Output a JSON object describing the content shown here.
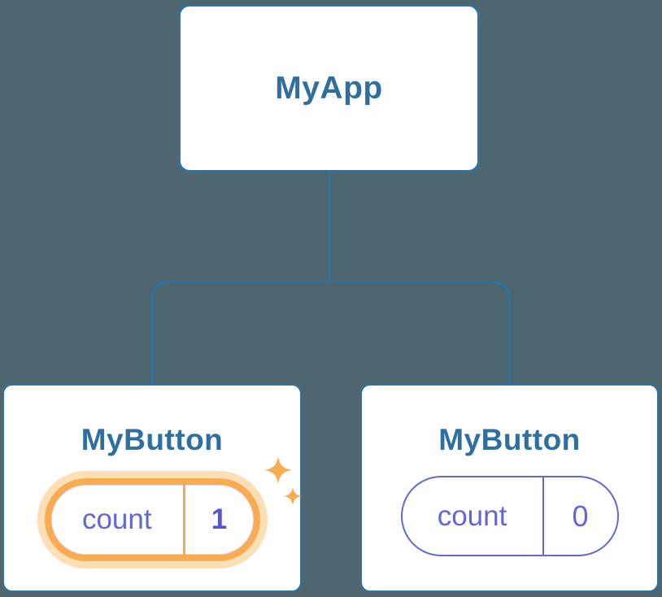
{
  "diagram": {
    "description": "React component tree showing state update",
    "background_color": "#4d6670"
  },
  "colors": {
    "stroke_blue": "#2e74a3",
    "title_blue": "#2f6f9e",
    "state_purple": "#6366d4",
    "state_value_bold_purple": "#5457ce",
    "highlight_orange": "#f9ab51",
    "highlight_halo": "#fcdfb4",
    "sparkle_orange": "#f6ac50",
    "card_background": "#ffffff"
  },
  "tree": {
    "root": {
      "label": "MyApp"
    },
    "children": [
      {
        "label": "MyButton",
        "state": {
          "key": "count",
          "value": "1"
        },
        "highlighted": true,
        "icon": "sparkles-icon"
      },
      {
        "label": "MyButton",
        "state": {
          "key": "count",
          "value": "0"
        },
        "highlighted": false
      }
    ]
  }
}
